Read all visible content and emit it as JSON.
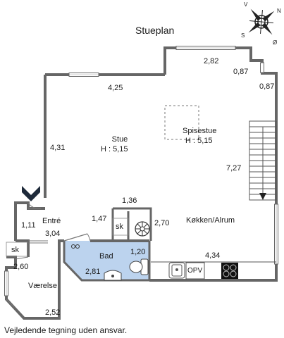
{
  "title": "Stueplan",
  "disclaimer": "Vejledende tegning uden ansvar.",
  "compass": {
    "n": "N",
    "v": "V",
    "s": "S",
    "o": "Ø"
  },
  "rooms": {
    "stue": {
      "name": "Stue",
      "height": "H : 5,15"
    },
    "spisestue": {
      "name": "Spisestue",
      "height": "H : 5,15"
    },
    "entre": "Entré",
    "kokken": "Køkken/Alrum",
    "bad": "Bad",
    "vaerelse": "Værelse",
    "sk_top": "sk",
    "sk_left": "sk",
    "opv": "OPV"
  },
  "dimensions": {
    "d282": "2,82",
    "d087a": "0,87",
    "d087b": "0,87",
    "d425": "4,25",
    "d431": "4,31",
    "d727": "7,27",
    "d136": "1,36",
    "d147": "1,47",
    "d270": "2,70",
    "d111": "1,11",
    "d304": "3,04",
    "d120": "1,20",
    "d281": "2,81",
    "d434": "4,34",
    "d260": "2,60",
    "d252": "2,52"
  }
}
